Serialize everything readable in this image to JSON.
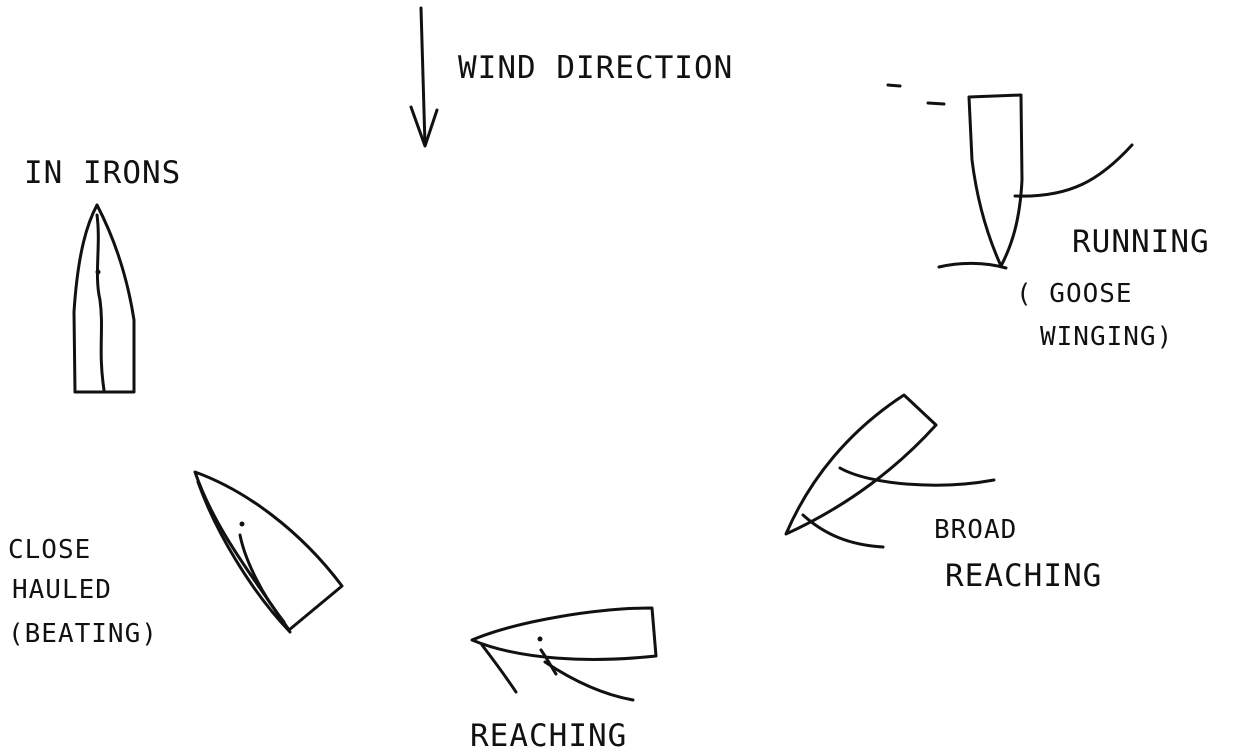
{
  "labels": {
    "wind_direction": "WIND DIRECTION",
    "in_irons": "IN IRONS",
    "running": "RUNNING",
    "goose_winging_line1": "( GOOSE",
    "goose_winging_line2": "WINGING)",
    "broad_reaching_line1": "BROAD",
    "broad_reaching_line2": "REACHING",
    "close_hauled_line1": "CLOSE",
    "close_hauled_line2": "HAULED",
    "close_hauled_line3": "(BEATING)",
    "reaching": "REACHING"
  },
  "colors": {
    "ink": "#111111",
    "background": "#ffffff"
  }
}
